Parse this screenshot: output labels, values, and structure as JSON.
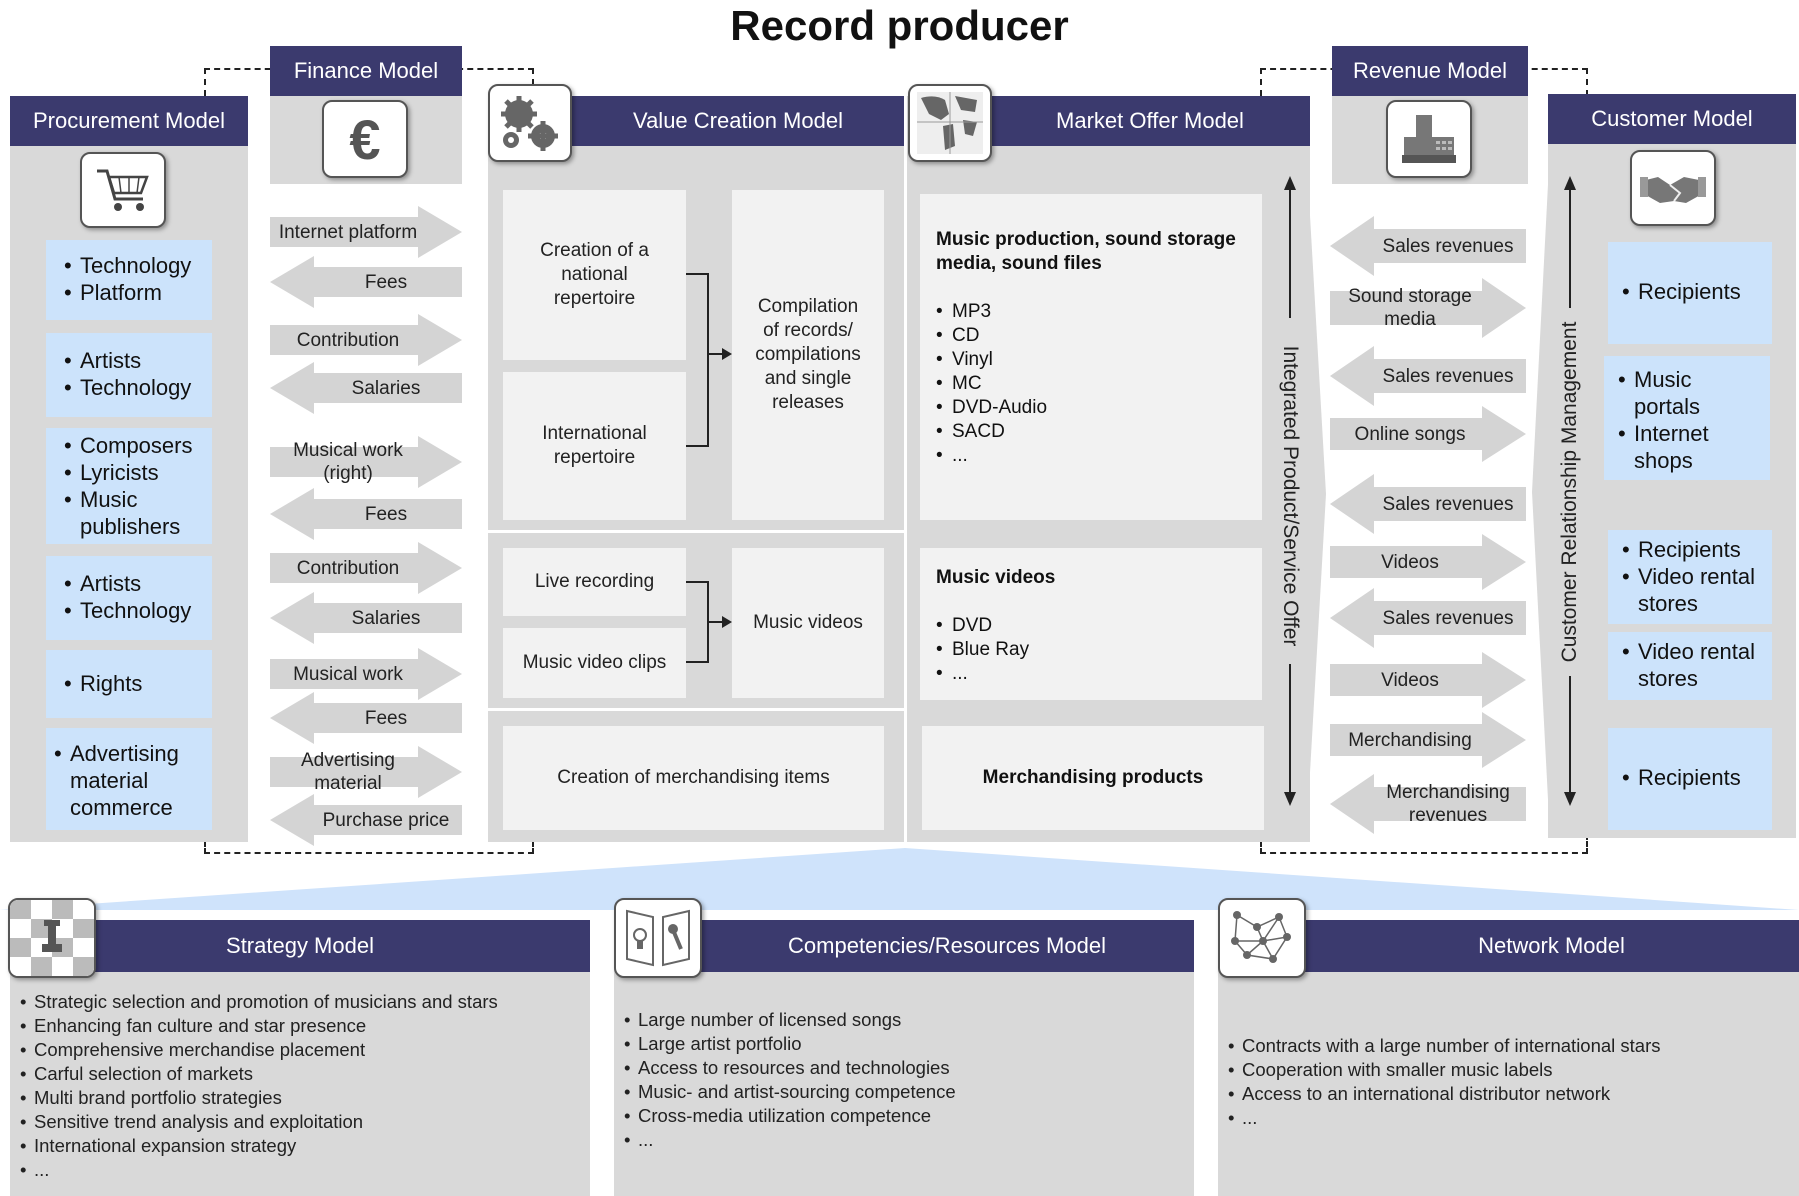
{
  "title": "Record producer",
  "procurement": {
    "header": "Procurement Model",
    "icon": "shopping-cart-icon",
    "groups": [
      [
        "Technology",
        "Platform"
      ],
      [
        "Artists",
        "Technology"
      ],
      [
        "Composers",
        "Lyricists",
        "Music publishers"
      ],
      [
        "Artists",
        "Technology"
      ],
      [
        "Rights"
      ],
      [
        "Advertising material commerce"
      ]
    ]
  },
  "finance": {
    "header": "Finance Model",
    "icon": "euro-icon",
    "flows": [
      "Internet platform",
      "Fees",
      "Contribution",
      "Salaries",
      "Musical work (right)",
      "Fees",
      "Contribution",
      "Salaries",
      "Musical work",
      "Fees",
      "Advertising material",
      "Purchase price"
    ]
  },
  "value_creation": {
    "header": "Value Creation Model",
    "icon": "gears-icon",
    "national": "Creation of a national repertoire",
    "international": "International repertoire",
    "compilation": "Compilation of records/ compilations and single releases",
    "live": "Live recording",
    "clips": "Music video clips",
    "music_videos": "Music videos",
    "merch": "Creation of merchandising items"
  },
  "market_offer": {
    "header": "Market Offer Model",
    "icon": "globe-icon",
    "audio_head": "Music production, sound storage media, sound files",
    "audio_items": [
      "MP3",
      "CD",
      "Vinyl",
      "MC",
      "DVD-Audio",
      "SACD",
      "..."
    ],
    "video_head": "Music videos",
    "video_items": [
      "DVD",
      "Blue Ray",
      "..."
    ],
    "merch_head": "Merchandising products",
    "integrated_label": "Integrated Product/Service Offer"
  },
  "revenue": {
    "header": "Revenue Model",
    "icon": "cash-register-icon",
    "flows": [
      "Sales revenues",
      "Sound storage media",
      "Sales revenues",
      "Online songs",
      "Sales revenues",
      "Videos",
      "Sales revenues",
      "Videos",
      "Merchandising",
      "Merchandising revenues"
    ]
  },
  "customer": {
    "header": "Customer Model",
    "icon": "handshake-icon",
    "crm_label": "Customer Relationship Management",
    "groups": [
      [
        "Recipients"
      ],
      [
        "Music portals",
        "Internet shops"
      ],
      [
        "Recipients",
        "Video rental stores"
      ],
      [
        "Video rental stores"
      ],
      [
        "Recipients"
      ]
    ]
  },
  "strategy": {
    "header": "Strategy Model",
    "icon": "chess-icon",
    "items": [
      "Strategic selection and promotion of musicians and stars",
      "Enhancing fan culture and star presence",
      "Comprehensive merchandise placement",
      "Carful selection of markets",
      "Multi brand portfolio strategies",
      "Sensitive trend analysis and exploitation",
      "International expansion strategy",
      "..."
    ]
  },
  "competencies": {
    "header": "Competencies/Resources Model",
    "icon": "tools-icon",
    "items": [
      "Large number of licensed songs",
      "Large artist portfolio",
      "Access to resources and technologies",
      "Music- and artist-sourcing competence",
      "Cross-media utilization competence",
      "..."
    ]
  },
  "network": {
    "header": "Network Model",
    "icon": "network-icon",
    "items": [
      "Contracts with a large number of international stars",
      "Cooperation with smaller music labels",
      "Access to an international distributor network",
      "..."
    ]
  },
  "colors": {
    "header": "#3b3a6e",
    "panel": "#d9d9d9",
    "box": "#f2f2f2",
    "blue": "#cce3fb"
  }
}
